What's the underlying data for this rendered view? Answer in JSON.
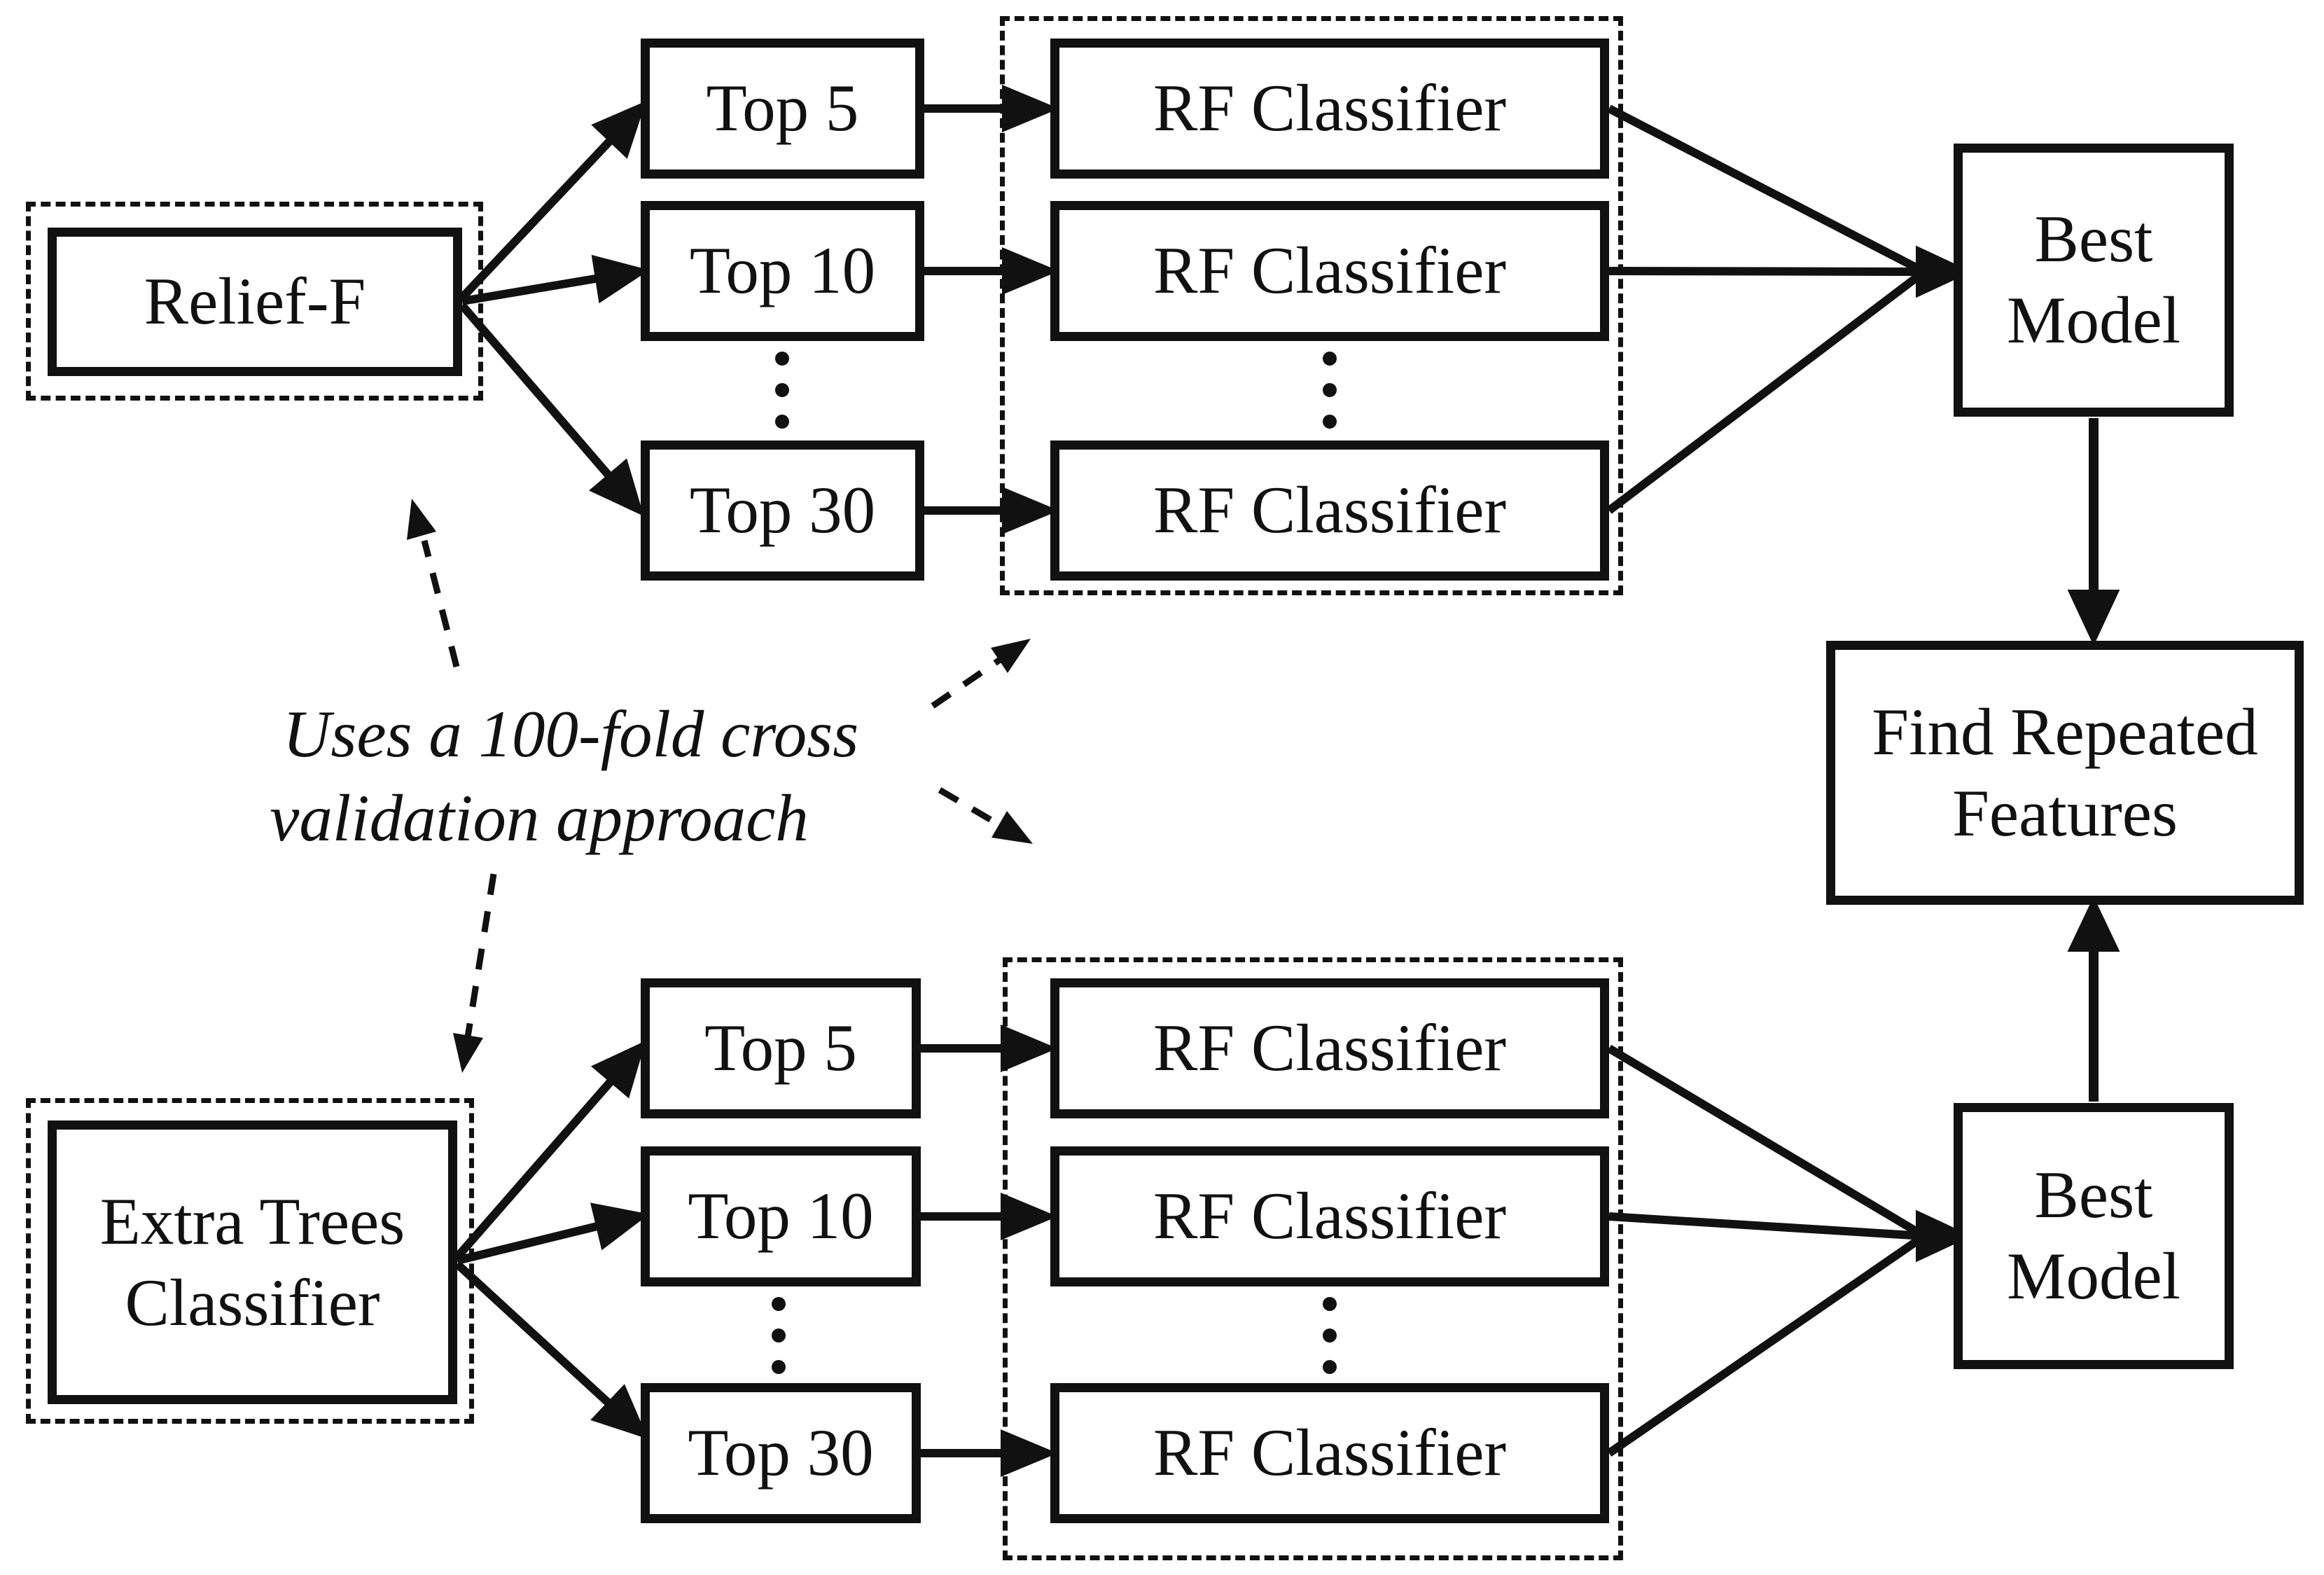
{
  "colors": {
    "ink": "#111111",
    "background": "#ffffff"
  },
  "annotation": {
    "line1": "Uses a 100-fold cross",
    "line2": "validation approach"
  },
  "top_pipeline": {
    "source": {
      "label": "Relief-F"
    },
    "subsets": [
      {
        "label": "Top 5"
      },
      {
        "label": "Top 10"
      },
      {
        "label": "Top 30"
      }
    ],
    "classifiers": [
      {
        "label": "RF Classifier"
      },
      {
        "label": "RF Classifier"
      },
      {
        "label": "RF Classifier"
      }
    ],
    "best_model": {
      "line1": "Best",
      "line2": "Model"
    }
  },
  "bottom_pipeline": {
    "source": {
      "line1": "Extra Trees",
      "line2": "Classifier"
    },
    "subsets": [
      {
        "label": "Top 5"
      },
      {
        "label": "Top 10"
      },
      {
        "label": "Top 30"
      }
    ],
    "classifiers": [
      {
        "label": "RF Classifier"
      },
      {
        "label": "RF Classifier"
      },
      {
        "label": "RF Classifier"
      }
    ],
    "best_model": {
      "line1": "Best",
      "line2": "Model"
    }
  },
  "output": {
    "line1": "Find Repeated",
    "line2": "Features"
  }
}
